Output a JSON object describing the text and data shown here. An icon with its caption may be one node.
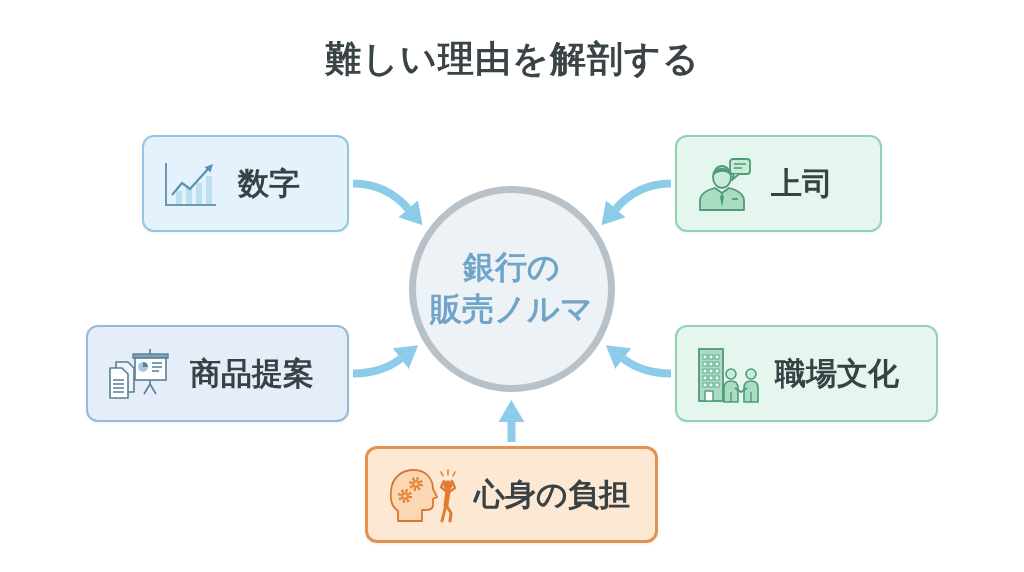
{
  "diagram": {
    "title": "難しい理由を解剖する",
    "nodes": [
      {
        "text": [
          "数字"
        ]
      },
      {
        "text": [
          "上司"
        ]
      },
      {
        "text": [
          "銀行の販売ノルマ"
        ]
      },
      {
        "text": [
          "商品提案"
        ]
      },
      {
        "text": [
          "職場文化"
        ]
      },
      {
        "text": [
          "心身の負担"
        ]
      }
    ],
    "edges": [
      {
        "from": 0,
        "to": 2,
        "arrow": "to"
      },
      {
        "from": 1,
        "to": 2,
        "arrow": "to"
      },
      {
        "from": 3,
        "to": 2,
        "arrow": "to"
      },
      {
        "from": 4,
        "to": 2,
        "arrow": "to"
      },
      {
        "from": 5,
        "to": 2,
        "arrow": "to"
      }
    ]
  }
}
